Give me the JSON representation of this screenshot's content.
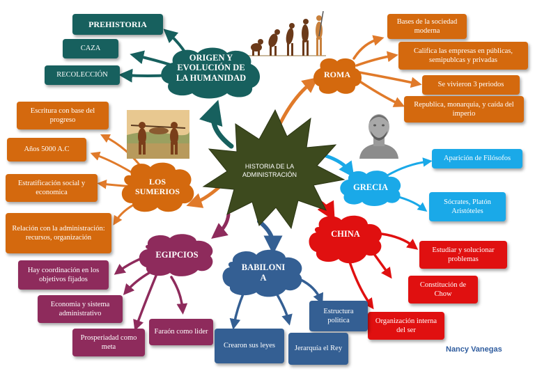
{
  "colors": {
    "teal": "#17605e",
    "orange": "#d4690e",
    "maroon": "#8e2b5c",
    "navy": "#345f93",
    "red": "#e01010",
    "cyan": "#1aa9e8",
    "center": "#3d4a1e"
  },
  "icons": [
    "evolution-illustration",
    "hunters-illustration",
    "bust-illustration"
  ],
  "center": {
    "title": "HISTORIA DE LA ADMINISTRACIÓN"
  },
  "origen": {
    "title": "ORIGEN Y EVOLUCIÓN DE LA HUMANIDAD",
    "items": [
      "PREHISTORIA",
      "CAZA",
      "RECOLECCIÓN"
    ]
  },
  "roma": {
    "title": "ROMA",
    "items": [
      "Bases de la sociedad moderna",
      "Califica las empresas en públicas, semipublcas y privadas",
      "Se vivieron 3 periodos",
      "Republica, monarquia, y caída del imperio"
    ]
  },
  "sumerios": {
    "title": "LOS SUMERIOS",
    "items": [
      "Escritura con base del progreso",
      "Años 5000 A.C",
      "Estratificación social y economica",
      "Relación con la administración: recursos, organización"
    ]
  },
  "grecia": {
    "title": "GRECIA",
    "items": [
      "Aparición de Filósofos",
      "Sócrates, Platón Aristóteles"
    ]
  },
  "china": {
    "title": "CHINA",
    "items": [
      "Estudiar y solucionar problemas",
      "Constitución de Chow",
      "Organización interna del ser"
    ]
  },
  "egipcios": {
    "title": "EGIPCIOS",
    "items": [
      "Hay coordinación en los objetivos fijados",
      "Economia y sistema administrativo",
      "Prosperiadad como meta",
      "Faraón como lider"
    ]
  },
  "babilonia": {
    "title": "BABILONIA",
    "items": [
      "Estructura politica",
      "Crearon sus leyes",
      "Jerarquía el Rey"
    ]
  },
  "credit": "Nancy Vanegas"
}
